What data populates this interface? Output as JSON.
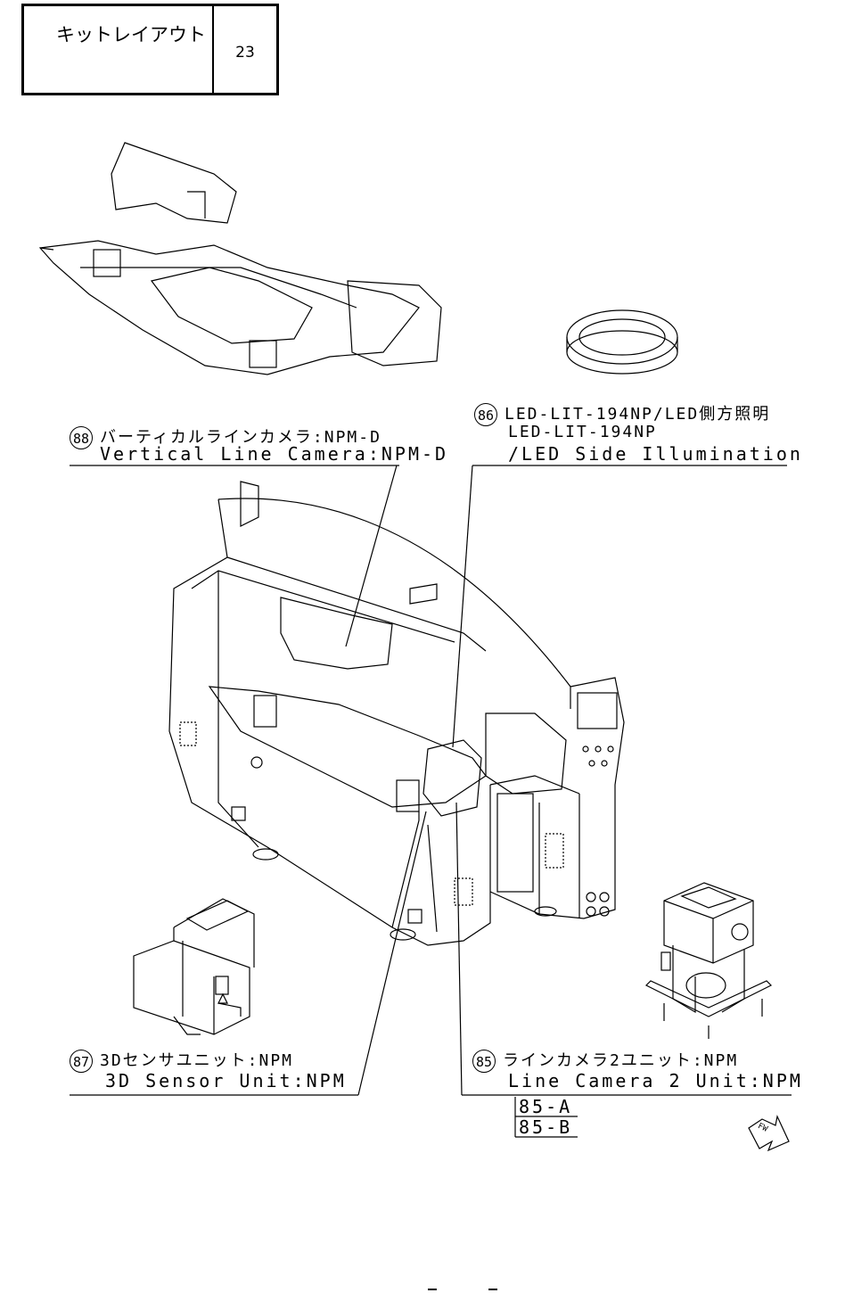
{
  "header": {
    "title": "キットレイアウト",
    "page_number": "23"
  },
  "callouts": {
    "c88": {
      "number": "88",
      "line1": "バーティカルラインカメラ:NPM-D",
      "line2": "Vertical Line Camera:NPM-D"
    },
    "c86": {
      "number": "86",
      "line1": "LED-LIT-194NP/LED側方照明",
      "line2": "LED-LIT-194NP",
      "line3": "/LED Side Illumination"
    },
    "c87": {
      "number": "87",
      "line1": "3Dセンサユニット:NPM",
      "line2": "3D Sensor Unit:NPM"
    },
    "c85": {
      "number": "85",
      "line1": "ラインカメラ2ユニット:NPM",
      "line2": "Line Camera 2 Unit:NPM",
      "subparts": [
        "85-A",
        "85-B"
      ]
    }
  },
  "direction_marker": "FW"
}
